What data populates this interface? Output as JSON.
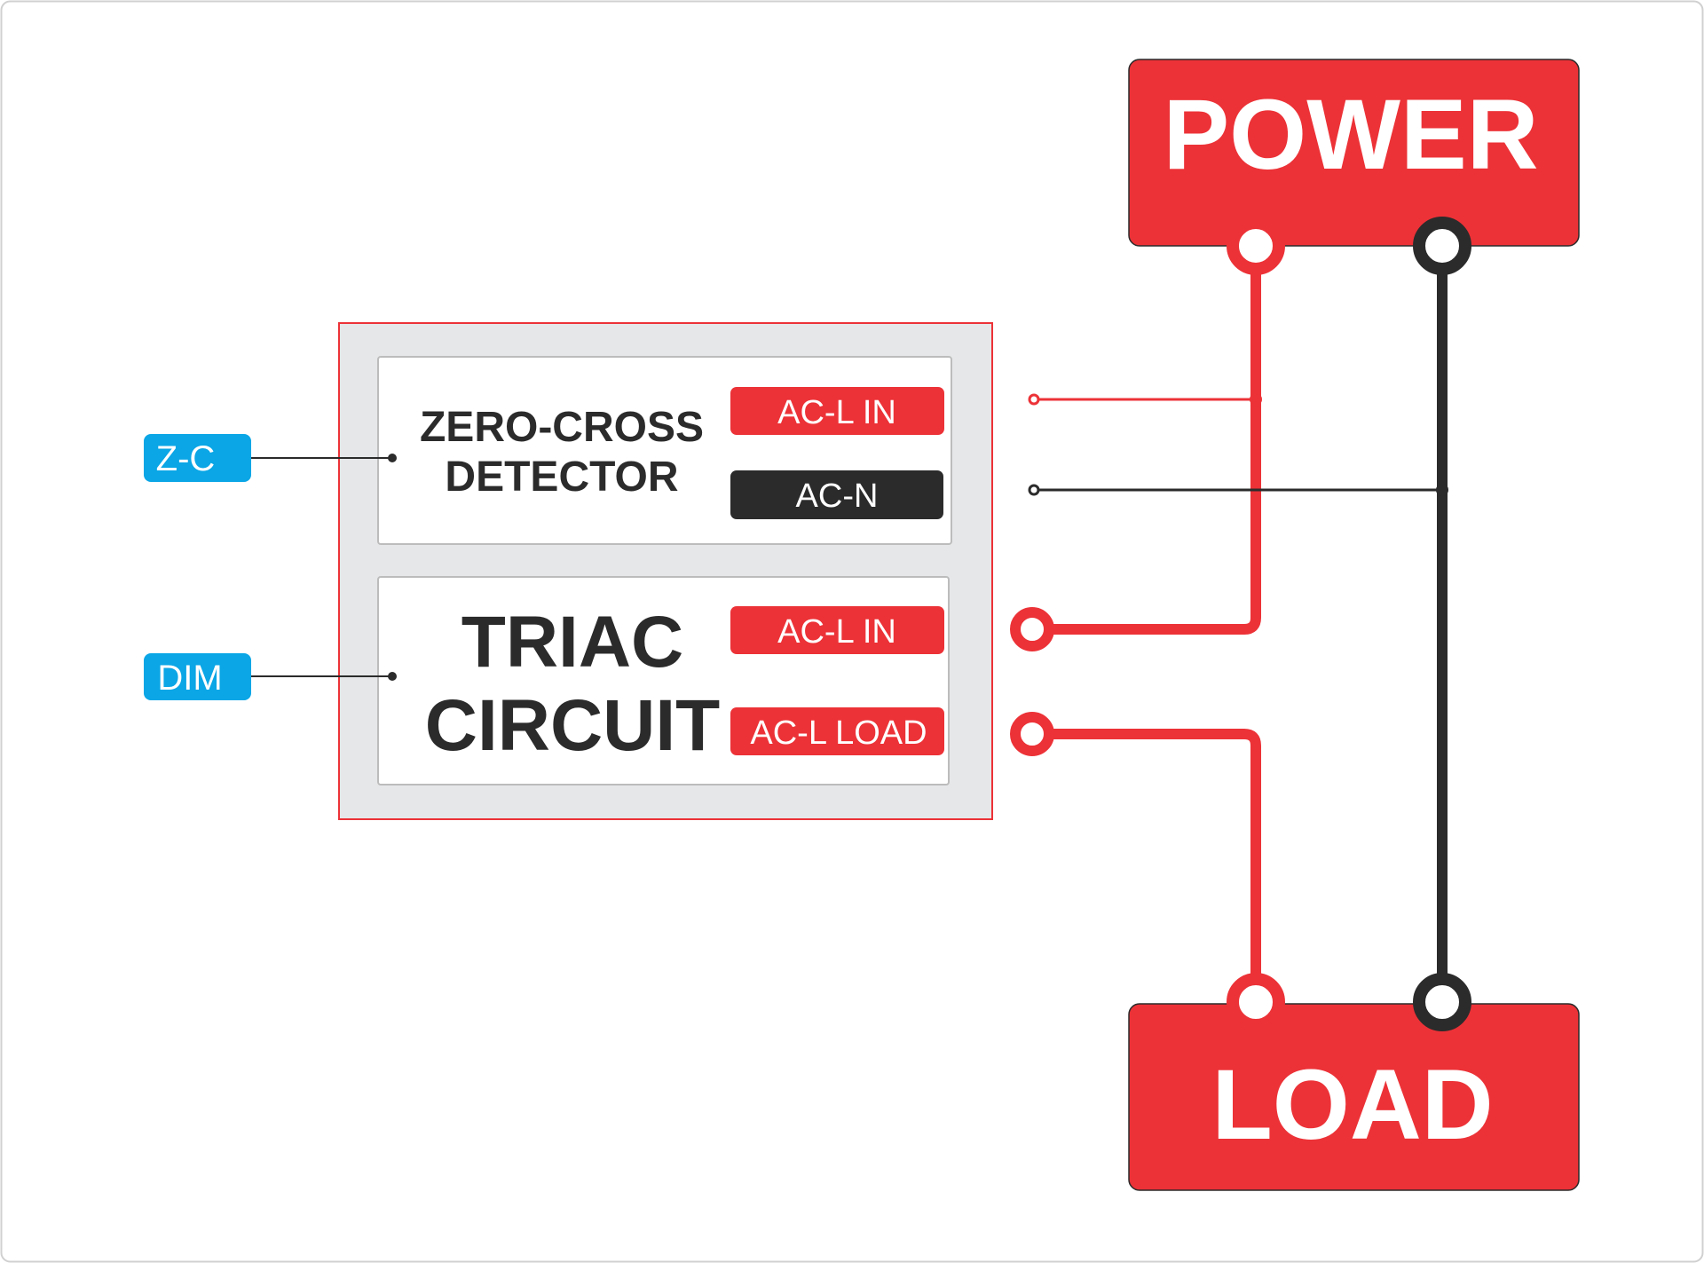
{
  "power": {
    "label": "POWER"
  },
  "load": {
    "label": "LOAD"
  },
  "zero_cross": {
    "title_line1": "ZERO-CROSS",
    "title_line2": "DETECTOR",
    "pin_acl_in": "AC-L IN",
    "pin_acn": "AC-N"
  },
  "triac": {
    "title_line1": "TRIAC",
    "title_line2": "CIRCUIT",
    "pin_acl_in": "AC-L IN",
    "pin_acl_load": "AC-L LOAD"
  },
  "signals": {
    "zc": "Z-C",
    "dim": "DIM"
  },
  "colors": {
    "red": "#ec3237",
    "black": "#2b2b2b",
    "blue": "#0aa6e6",
    "panel_gray": "#e6e7e8",
    "outline": "#bcbcbc"
  }
}
